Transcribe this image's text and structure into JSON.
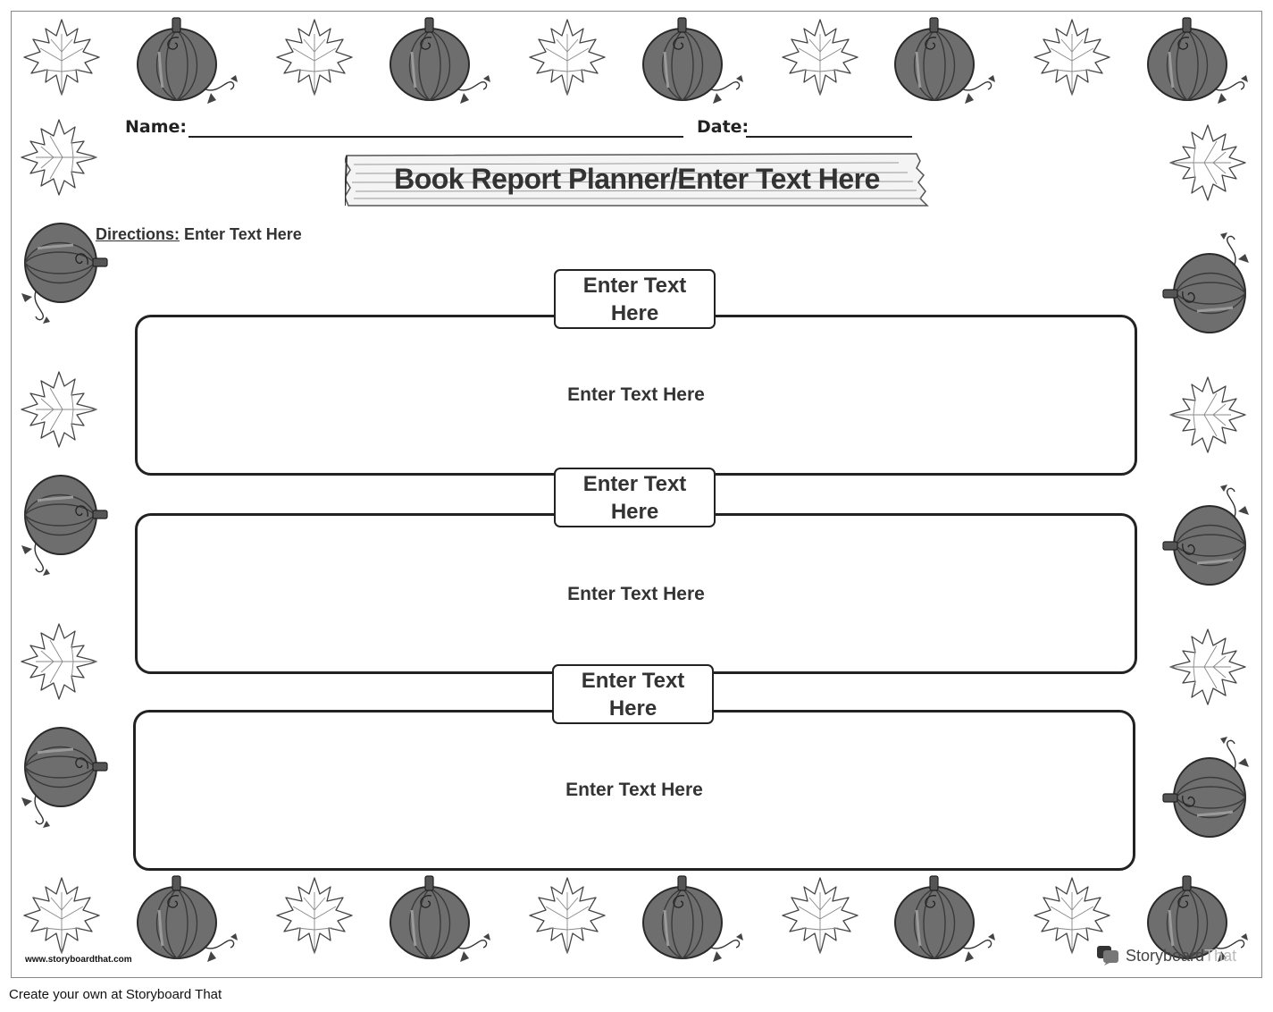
{
  "header": {
    "name_label": "Name:",
    "date_label": "Date:"
  },
  "title": "Book Report Planner/Enter Text Here",
  "directions": {
    "label": "Directions:",
    "text": "Enter Text Here"
  },
  "sections": [
    {
      "label": "Enter Text Here",
      "body": "Enter Text Here"
    },
    {
      "label": "Enter Text Here",
      "body": "Enter Text Here"
    },
    {
      "label": "Enter Text Here",
      "body": "Enter Text Here"
    }
  ],
  "footer": {
    "url": "www.storyboardthat.com",
    "brand_main": "Storyboard",
    "brand_light": "That",
    "create_text": "Create your own at Storyboard That"
  },
  "decorations": {
    "icons": [
      "maple-leaf-icon",
      "pumpkin-icon"
    ],
    "colors": {
      "border": "#888888",
      "ink": "#222222",
      "pumpkin": "#6e6e6e"
    }
  }
}
